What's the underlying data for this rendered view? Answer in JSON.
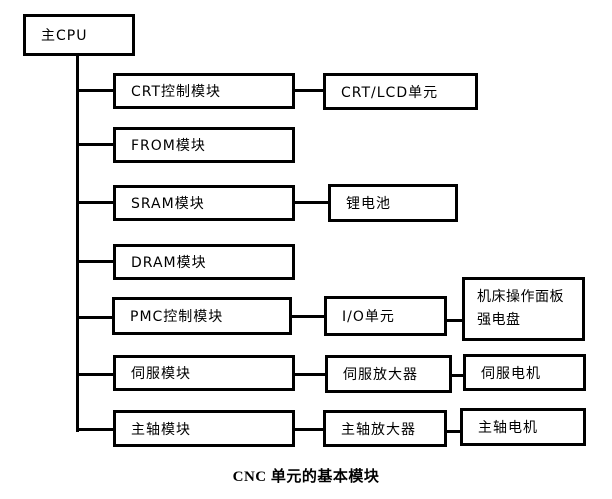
{
  "boxes": {
    "cpu": "主CPU",
    "crt_module": "CRT控制模块",
    "crt_lcd_unit": "CRT/LCD单元",
    "from_module": "FROM模块",
    "sram_module": "SRAM模块",
    "battery": "锂电池",
    "dram_module": "DRAM模块",
    "pmc_module": "PMC控制模块",
    "io_unit": "I/O单元",
    "panel_line1": "机床操作面板",
    "panel_line2": "强电盘",
    "servo_module": "伺服模块",
    "servo_amp": "伺服放大器",
    "servo_motor": "伺服电机",
    "spindle_module": "主轴模块",
    "spindle_amp": "主轴放大器",
    "spindle_motor": "主轴电机"
  },
  "caption": "CNC 单元的基本模块",
  "colors": {
    "line": "#000000",
    "background": "#ffffff",
    "text": "#000000"
  }
}
